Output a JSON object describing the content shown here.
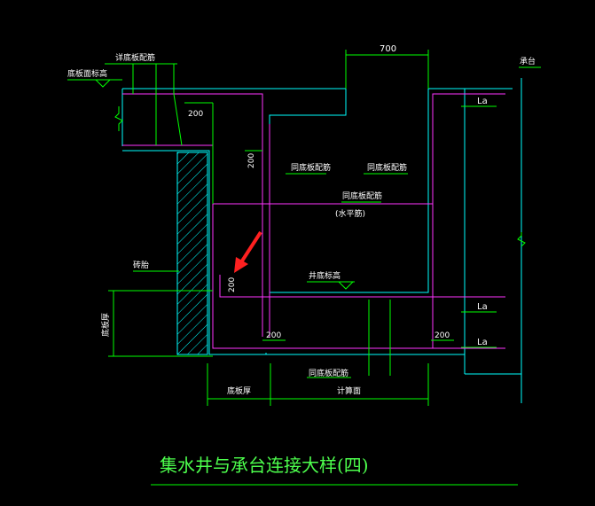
{
  "title": "集水井与承台连接大样(四)",
  "labels": {
    "dim_700": "700",
    "cap": "承台",
    "bottom_elev": "底板面标高",
    "bottom_rebar": "详底板配筋",
    "dim_200_a": "200",
    "dim_200_b": "200",
    "dim_200_c": "200",
    "dim_200_d": "200",
    "dim_200_e": "200",
    "same_rebar_1": "同底板配筋",
    "same_rebar_2": "同底板配筋",
    "same_rebar_3": "同底板配筋",
    "horizontal": "(水平筋)",
    "la_1": "La",
    "la_2": "La",
    "la_3": "La",
    "pit_bottom_elev": "井底标高",
    "waterproof": "砖胎",
    "slab_thickness_v": "底板厚",
    "same_rebar_bottom": "同底板配筋",
    "slab_thickness_h": "底板厚",
    "calc_face": "计算面"
  },
  "colors": {
    "green": "#00ff00",
    "cyan": "#00ffff",
    "magenta": "#ff33ff",
    "white": "#ffffff",
    "red": "#ff2020",
    "title_green": "#4dff4d"
  }
}
